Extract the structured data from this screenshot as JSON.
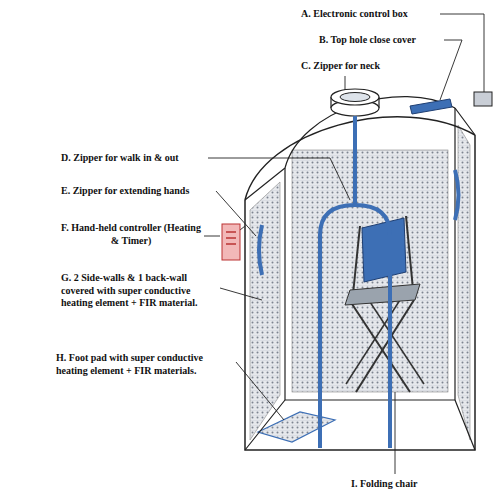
{
  "diagram": {
    "labels": [
      "A. Electronic control box",
      "B. Top hole close cover",
      "C. Zipper for neck",
      "D. Zipper for walk in & out",
      "E. Zipper for extending hands",
      "F. Hand-held controller (Heating & Timer)",
      "G. 2 Side-walls & 1 back-wall covered with super conductive heating element + FIR material.",
      "H. Foot pad with super conductive heating element + FIR materials.",
      "I. Folding chair"
    ]
  }
}
